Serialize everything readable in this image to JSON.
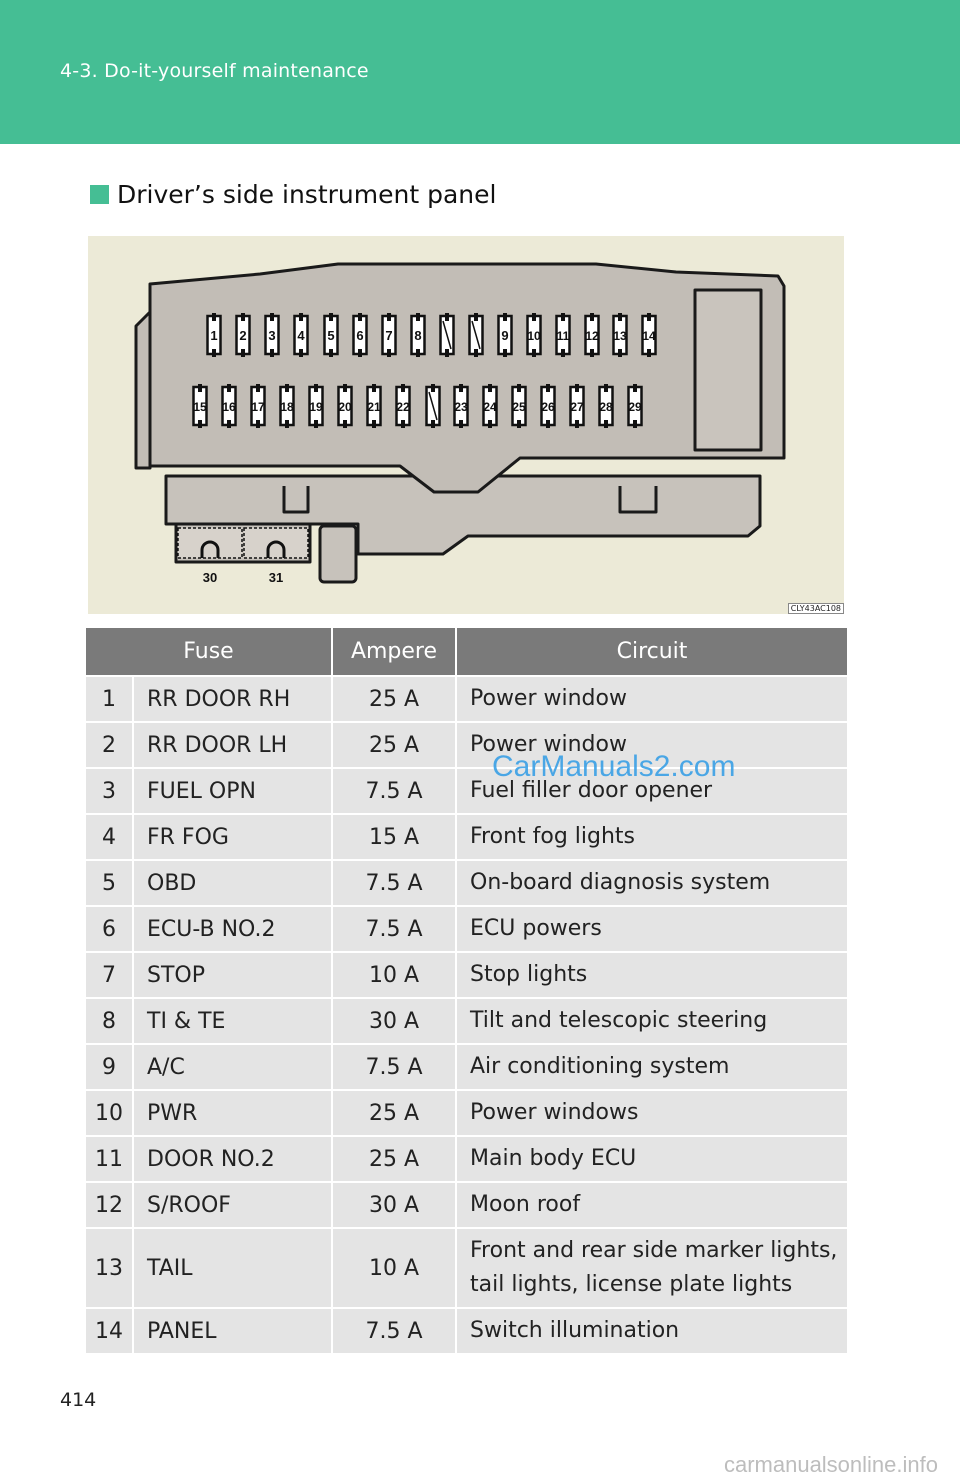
{
  "header": {
    "breadcrumb": "4-3. Do-it-yourself maintenance"
  },
  "section": {
    "title": "Driver’s side instrument panel"
  },
  "figure": {
    "code": "CLY43AC108",
    "top_row_labels": [
      "1",
      "2",
      "3",
      "4",
      "5",
      "6",
      "7",
      "8",
      "",
      "",
      "9",
      "10",
      "11",
      "12",
      "13",
      "14"
    ],
    "bottom_row_labels": [
      "15",
      "16",
      "17",
      "18",
      "19",
      "20",
      "21",
      "22",
      "",
      "23",
      "24",
      "25",
      "26",
      "27",
      "28",
      "29"
    ],
    "large_labels": [
      "30",
      "31"
    ]
  },
  "table": {
    "headers": {
      "fuse": "Fuse",
      "ampere": "Ampere",
      "circuit": "Circuit"
    },
    "rows": [
      {
        "no": "1",
        "name": "RR DOOR RH",
        "amp": "25 A",
        "circuit": "Power window"
      },
      {
        "no": "2",
        "name": "RR DOOR LH",
        "amp": "25 A",
        "circuit": "Power window"
      },
      {
        "no": "3",
        "name": "FUEL OPN",
        "amp": "7.5 A",
        "circuit": "Fuel filler door opener"
      },
      {
        "no": "4",
        "name": "FR FOG",
        "amp": "15 A",
        "circuit": "Front fog lights"
      },
      {
        "no": "5",
        "name": "OBD",
        "amp": "7.5 A",
        "circuit": "On-board diagnosis system"
      },
      {
        "no": "6",
        "name": "ECU-B NO.2",
        "amp": "7.5 A",
        "circuit": "ECU powers"
      },
      {
        "no": "7",
        "name": "STOP",
        "amp": "10 A",
        "circuit": "Stop lights"
      },
      {
        "no": "8",
        "name": "TI & TE",
        "amp": "30 A",
        "circuit": "Tilt and telescopic steering"
      },
      {
        "no": "9",
        "name": "A/C",
        "amp": "7.5 A",
        "circuit": "Air conditioning system"
      },
      {
        "no": "10",
        "name": "PWR",
        "amp": "25 A",
        "circuit": "Power windows"
      },
      {
        "no": "11",
        "name": "DOOR NO.2",
        "amp": "25 A",
        "circuit": "Main body ECU"
      },
      {
        "no": "12",
        "name": "S/ROOF",
        "amp": "30 A",
        "circuit": "Moon roof"
      },
      {
        "no": "13",
        "name": "TAIL",
        "amp": "10 A",
        "circuit": "Front and rear side marker lights, tail lights, license plate lights"
      },
      {
        "no": "14",
        "name": "PANEL",
        "amp": "7.5 A",
        "circuit": "Switch illumination"
      }
    ]
  },
  "page_number": "414",
  "watermark": "CarManuals2.com",
  "footer_watermark": "carmanualsonline.info"
}
